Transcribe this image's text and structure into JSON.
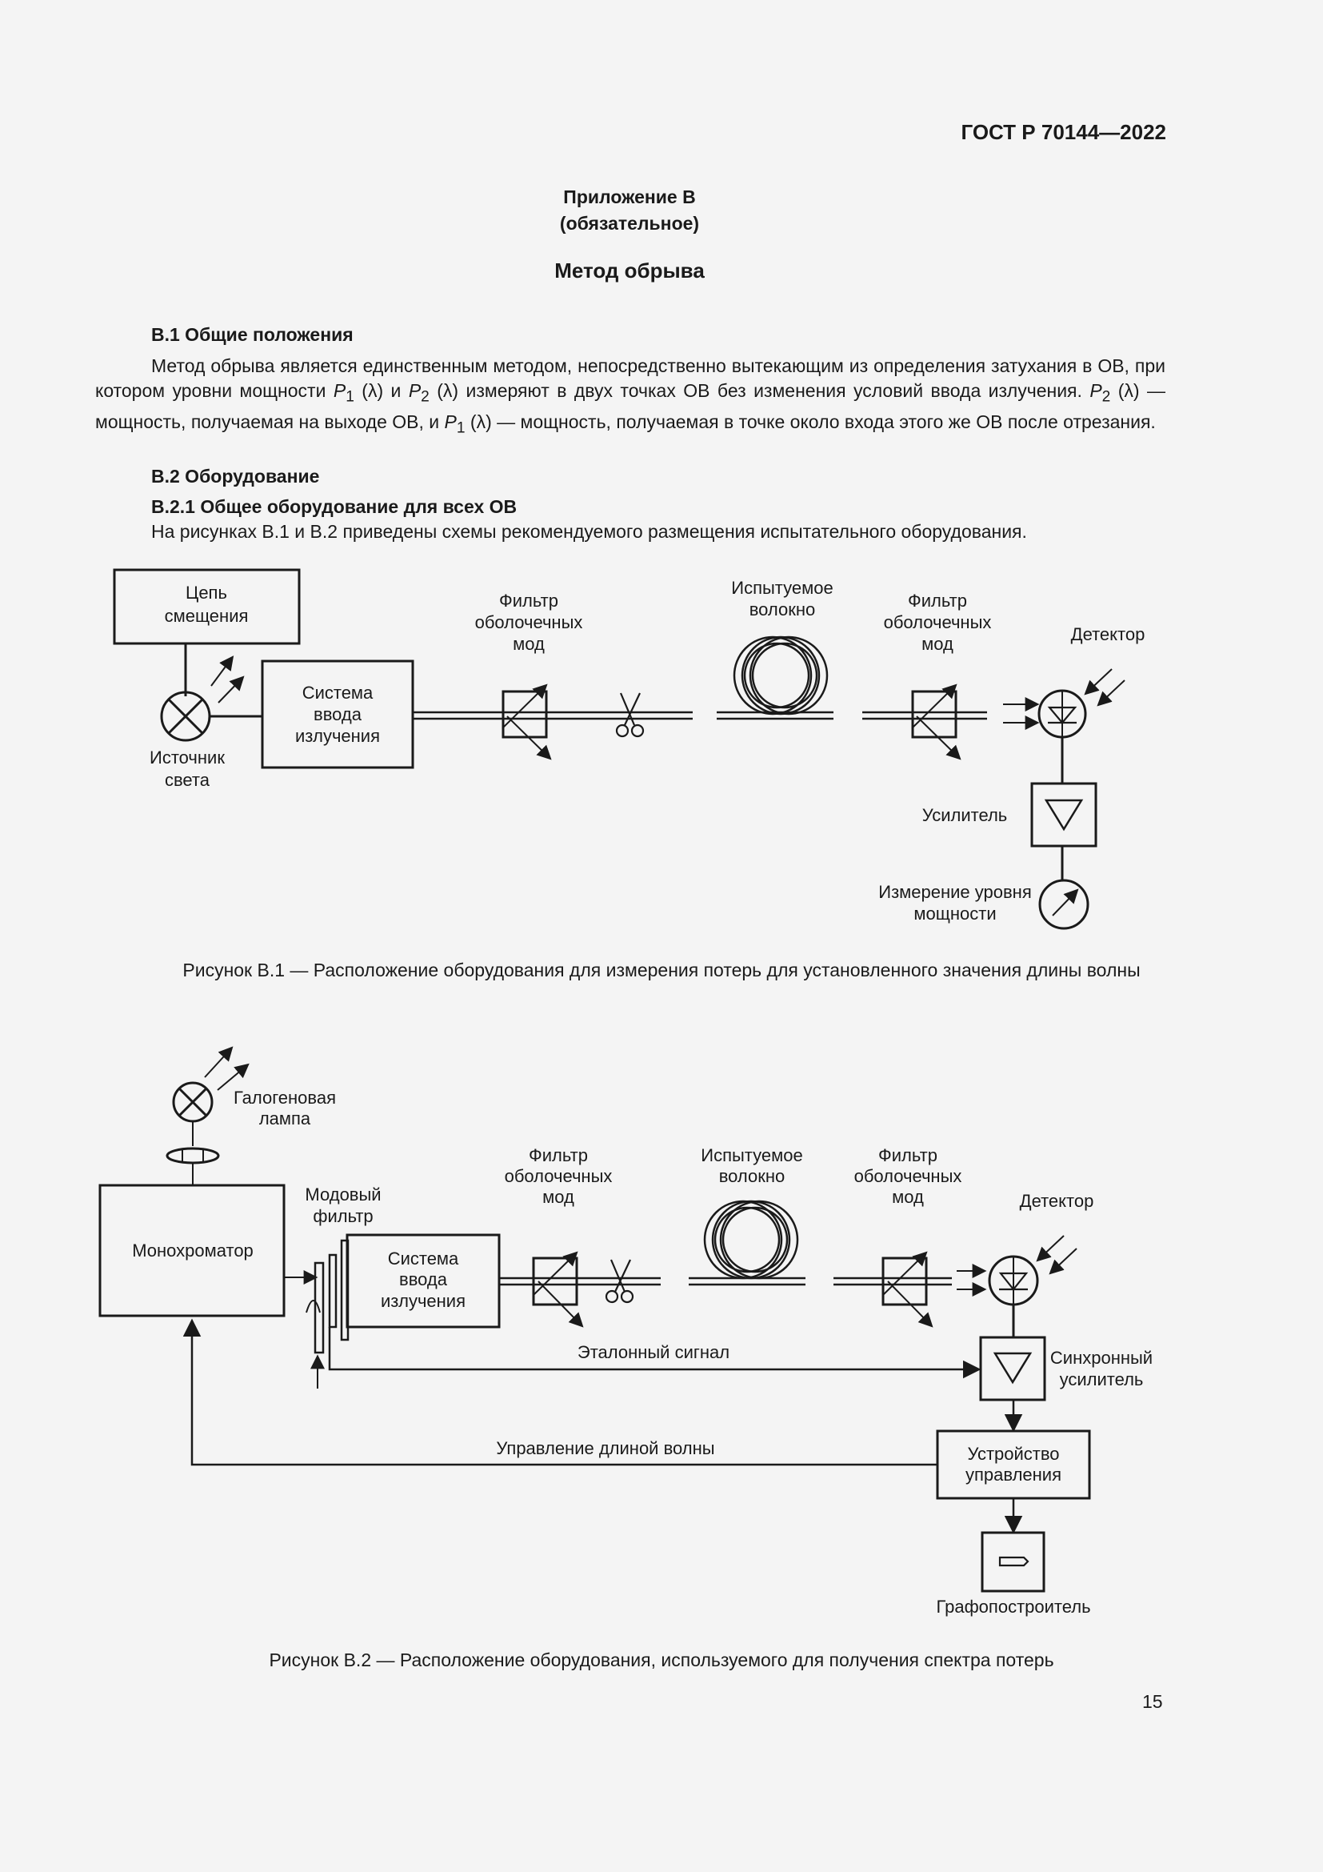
{
  "header": {
    "standard": "ГОСТ Р 70144—2022"
  },
  "appendix": {
    "title": "Приложение В",
    "status": "(обязательное)",
    "name": "Метод обрыва"
  },
  "section_b1": {
    "heading": "В.1  Общие положения",
    "p_before_p1": "Метод обрыва является единственным методом, непосредственно вытекающим из определения затухания в ОВ, при котором уровни мощности ",
    "p_symbol": "P",
    "sub1": "1",
    "sub2": "2",
    "lambda": " (λ) ",
    "p_and": "и ",
    "p_mid": "измеряют в двух точках ОВ без изменения условий ввода излучения. ",
    "p_after_p2": "— мощность, получаемая на выходе ОВ, и ",
    "p_end": "— мощность, получаемая в точке около входа этого же ОВ после отрезания."
  },
  "section_b2": {
    "heading": "В.2  Оборудование",
    "sub_heading": "В.2.1  Общее оборудование для всех ОВ",
    "text": "На рисунках В.1 и В.2 приведены схемы рекомендуемого размещения испытательного оборудования."
  },
  "figure1": {
    "bias_circuit": [
      "Цепь",
      "смещения"
    ],
    "launch_system": [
      "Система",
      "ввода",
      "излучения"
    ],
    "light_source": [
      "Источник",
      "света"
    ],
    "cladding_filter": [
      "Фильтр",
      "оболочечных",
      "мод"
    ],
    "test_fiber": [
      "Испытуемое",
      "волокно"
    ],
    "detector": "Детектор",
    "amplifier": "Усилитель",
    "power_meter": [
      "Измерение уровня",
      "мощности"
    ],
    "caption": "Рисунок В.1 — Расположение оборудования для измерения потерь для установленного значения длины волны"
  },
  "figure2": {
    "halogen_lamp": [
      "Галогеновая",
      "лампа"
    ],
    "monochromator": "Монохроматор",
    "mode_filter": [
      "Модовый",
      "фильтр"
    ],
    "launch_system": [
      "Система",
      "ввода",
      "излучения"
    ],
    "cladding_filter": [
      "Фильтр",
      "оболочечных",
      "мод"
    ],
    "test_fiber": [
      "Испытуемое",
      "волокно"
    ],
    "detector": "Детектор",
    "reference_signal": "Эталонный сигнал",
    "lockin_amplifier": [
      "Синхронный",
      "усилитель"
    ],
    "wavelength_control": "Управление длиной волны",
    "controller": [
      "Устройство",
      "управления"
    ],
    "plotter": "Графопостроитель",
    "caption": "Рисунок В.2 — Расположение оборудования, используемого для получения спектра потерь"
  },
  "page_number": "15"
}
